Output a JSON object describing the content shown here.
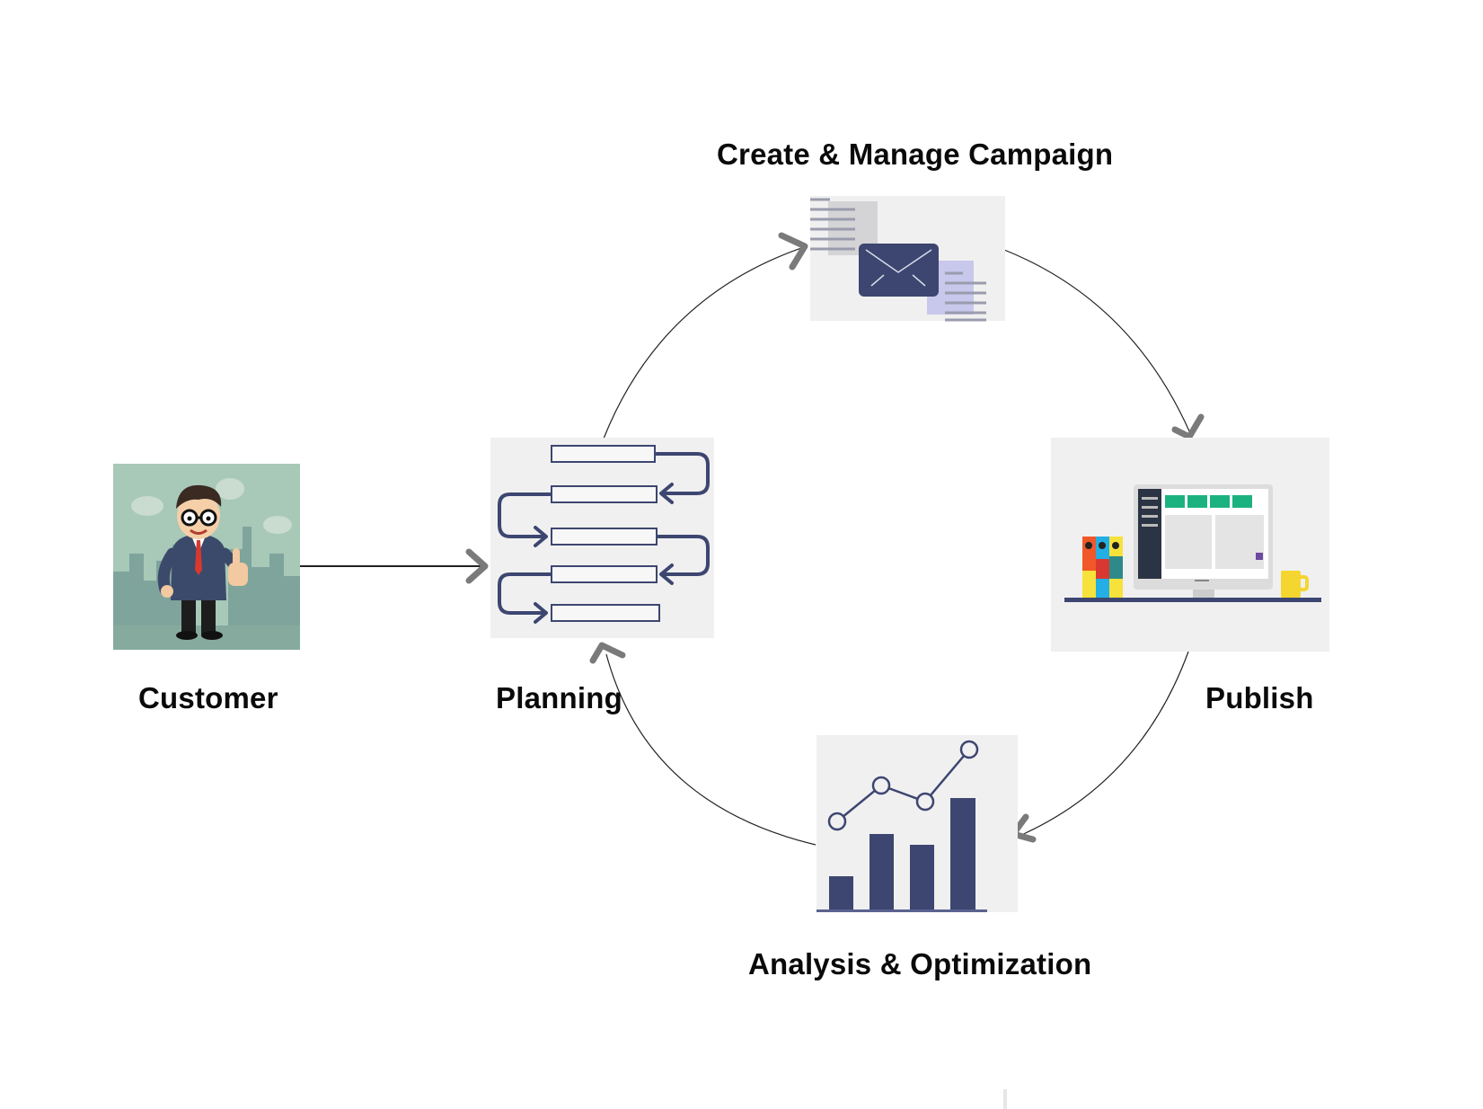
{
  "diagram": {
    "nodes": [
      {
        "id": "customer",
        "label": "Customer",
        "icon": "businessman-thumbs-up-icon"
      },
      {
        "id": "planning",
        "label": "Planning",
        "icon": "flowchart-steps-icon"
      },
      {
        "id": "campaign",
        "label": "Create & Manage Campaign",
        "icon": "envelope-email-icon"
      },
      {
        "id": "publish",
        "label": "Publish",
        "icon": "desktop-monitor-dashboard-icon"
      },
      {
        "id": "analysis",
        "label": "Analysis & Optimization",
        "icon": "bar-line-chart-icon"
      }
    ],
    "edges": [
      {
        "from": "customer",
        "to": "planning"
      },
      {
        "from": "planning",
        "to": "campaign"
      },
      {
        "from": "campaign",
        "to": "publish"
      },
      {
        "from": "publish",
        "to": "analysis"
      },
      {
        "from": "analysis",
        "to": "planning"
      }
    ],
    "colors": {
      "navy": "#3d4670",
      "panel": "#f0f0f0",
      "connector": "#222222",
      "arrowhead": "#777777",
      "sky": "#a8c8b8"
    }
  }
}
